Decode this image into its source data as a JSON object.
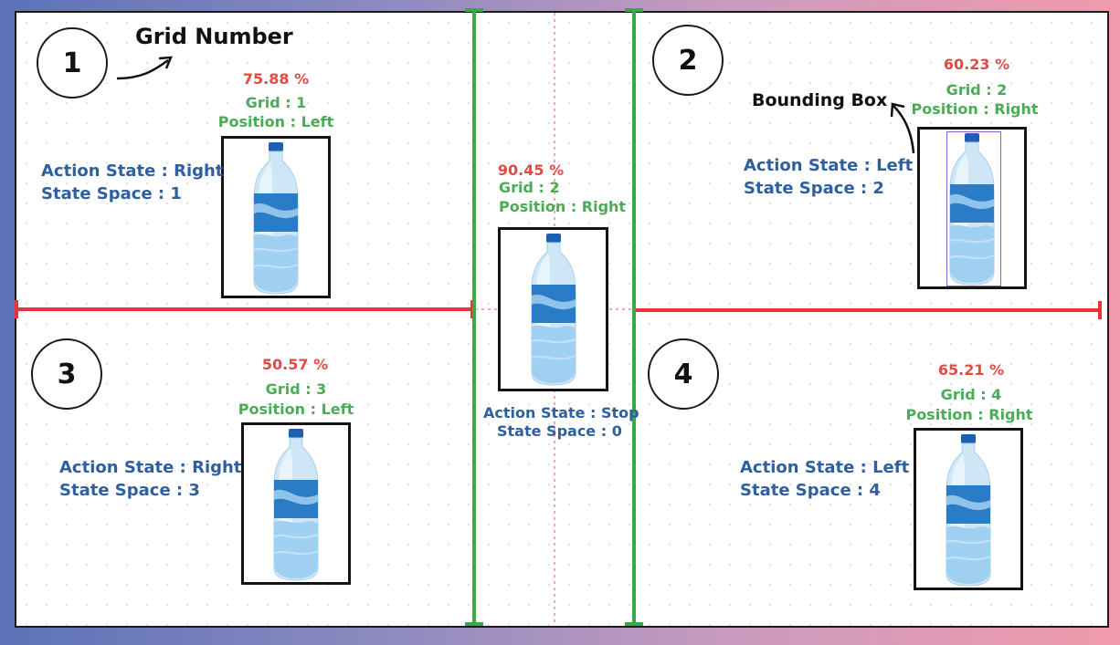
{
  "callouts": {
    "grid_number": "Grid Number",
    "bounding_box": "Bounding Box"
  },
  "grid_numbers": [
    "1",
    "2",
    "3",
    "4"
  ],
  "detections": {
    "q1": {
      "confidence": "75.88 %",
      "grid": "Grid : 1",
      "position": "Position : Left",
      "action": "Action State : Right",
      "state": "State Space : 1"
    },
    "q2": {
      "confidence": "60.23 %",
      "grid": "Grid : 2",
      "position": "Position : Right",
      "action": "Action State : Left",
      "state": "State Space : 2"
    },
    "q3": {
      "confidence": "50.57 %",
      "grid": "Grid : 3",
      "position": "Position : Left",
      "action": "Action State : Right",
      "state": "State Space : 3"
    },
    "q4": {
      "confidence": "65.21 %",
      "grid": "Grid : 4",
      "position": "Position : Right",
      "action": "Action State : Left",
      "state": "State Space : 4"
    },
    "center": {
      "confidence": "90.45 %",
      "grid": "Grid : 2",
      "position": "Position : Right",
      "action": "Action State : Stop",
      "state": "State Space : 0"
    }
  },
  "colors": {
    "boundary_vertical": "#3aa84a",
    "boundary_horizontal": "#e8343a",
    "confidence": "#e24a45",
    "grid_label": "#4aac57",
    "action_label": "#2e5f9e",
    "inner_bbox": "#8a5cd6"
  },
  "icons": [
    "water-bottle-icon",
    "curved-arrow-icon"
  ]
}
